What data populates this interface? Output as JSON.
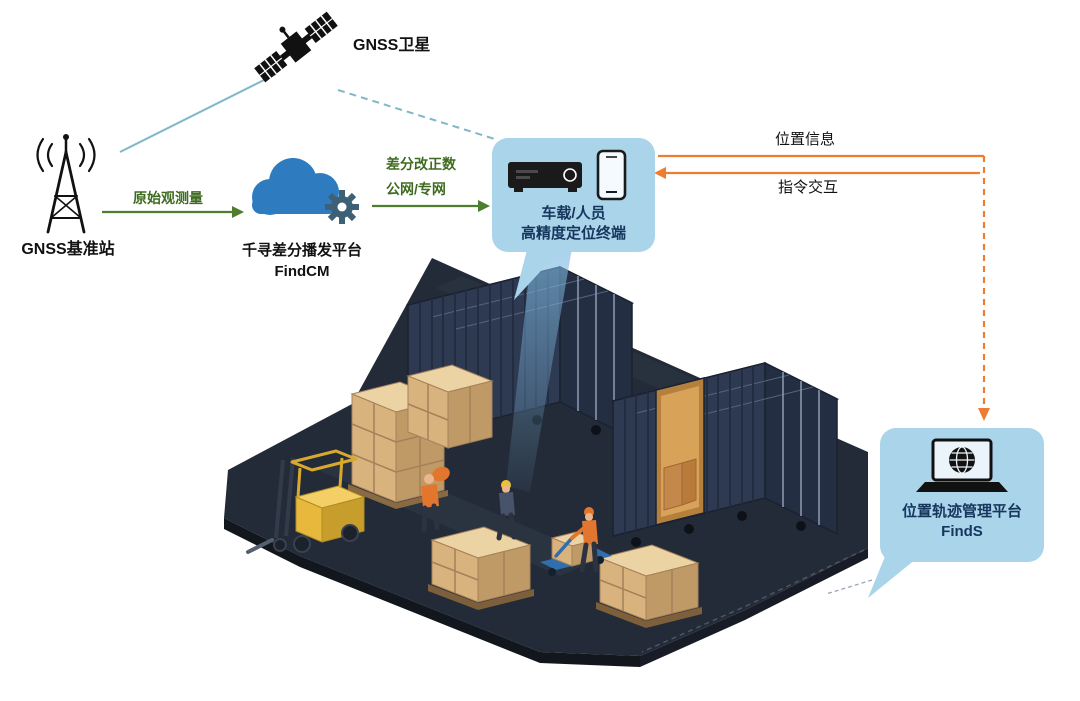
{
  "diagram": {
    "satellite": {
      "label": "GNSS卫星"
    },
    "base_station": {
      "label": "GNSS基准站"
    },
    "cloud": {
      "name": "千寻差分播发平台",
      "product": "FindCM"
    },
    "terminal": {
      "line1": "车载/人员",
      "line2": "高精度定位终端"
    },
    "management_platform": {
      "name": "位置轨迹管理平台",
      "product": "FindS"
    },
    "flows": {
      "raw_observation": "原始观测量",
      "correction_line1": "差分改正数",
      "correction_line2": "公网/专网",
      "position_info": "位置信息",
      "command_interaction": "指令交互"
    },
    "colors": {
      "bubble_bg": "#a9d4ea",
      "navy_text": "#17365d",
      "green_arrow": "#4e7e2d",
      "orange_arrow": "#ed7d31",
      "teal_line": "#82b6c9",
      "cloud_blue": "#2e7bc0",
      "container_front": "#2e3a52",
      "floor": "#232b38",
      "carton": "#d9b37e",
      "forklift": "#e8b83c"
    }
  }
}
